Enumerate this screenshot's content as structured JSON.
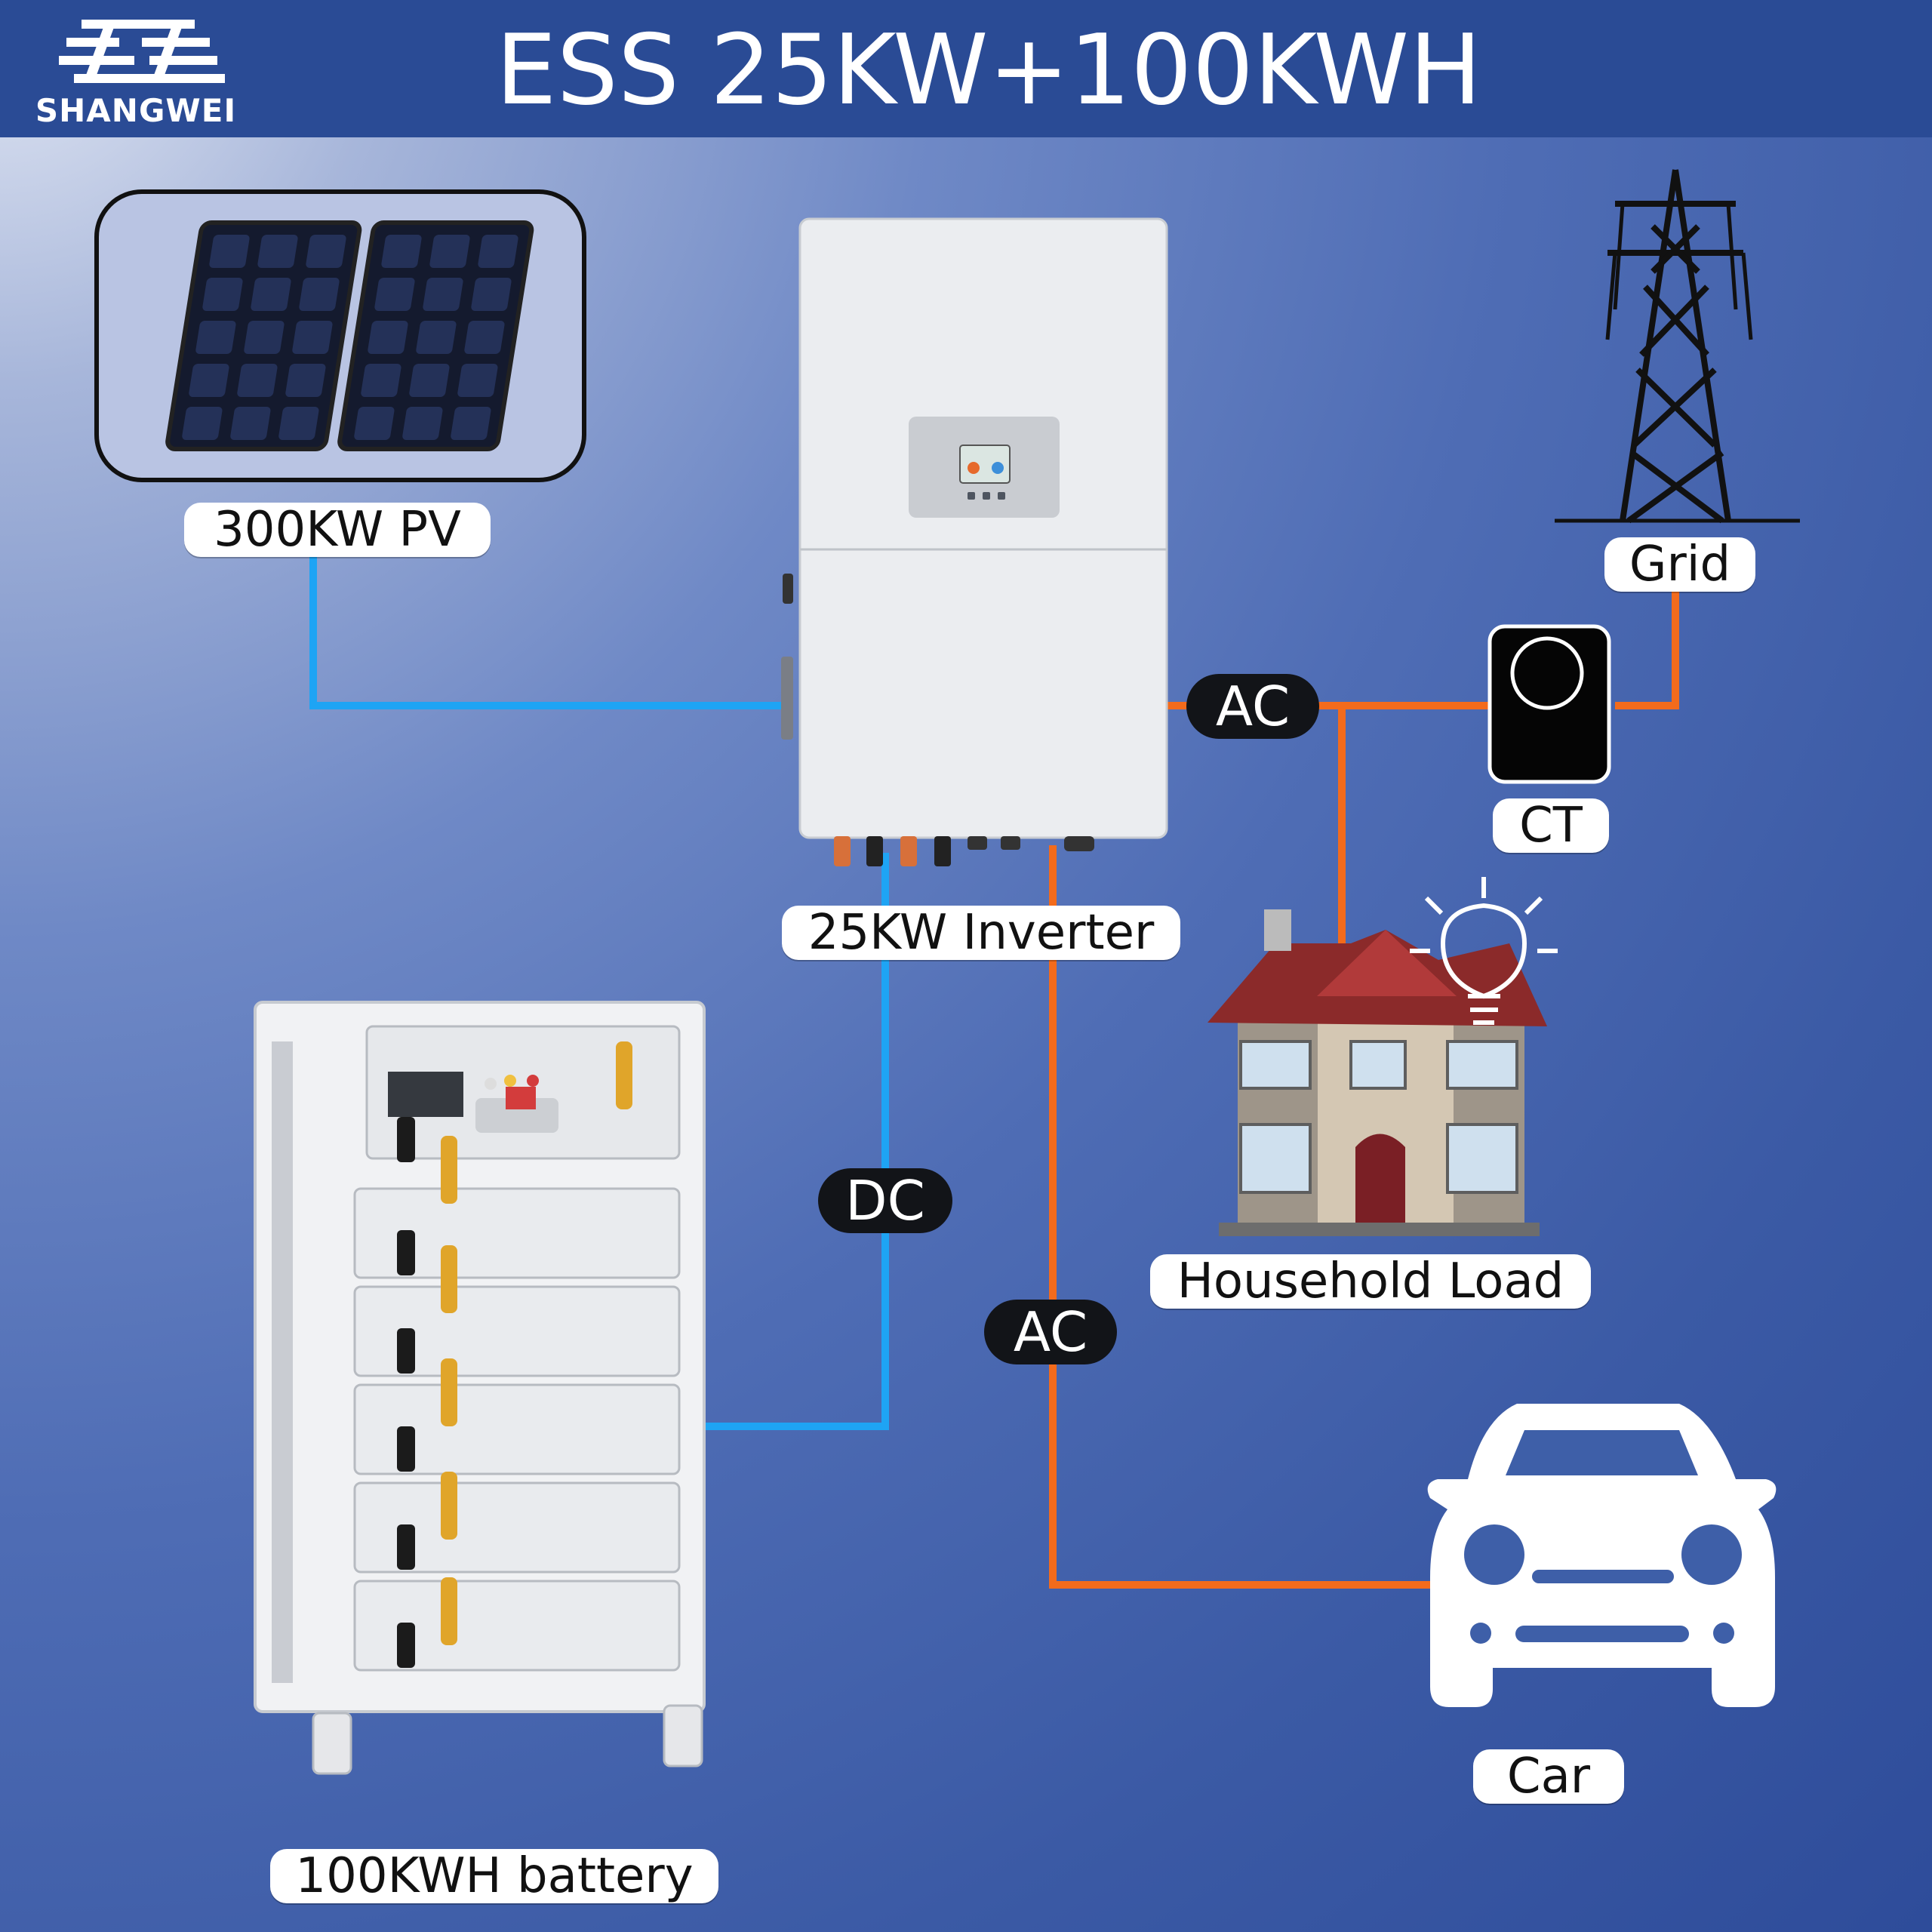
{
  "header": {
    "brand": "SHANGWEI",
    "title": "ESS 25KW+100KWH"
  },
  "nodes": {
    "pv": "300KW PV",
    "inverter": "25KW Inverter",
    "grid": "Grid",
    "ct": "CT",
    "household": "Household Load",
    "battery": "100KWH battery",
    "car": "Car"
  },
  "connections": {
    "ac_top": "AC",
    "dc": "DC",
    "ac_bottom": "AC"
  },
  "colors": {
    "header_bg": "#2a4b95",
    "dc_line": "#1ea4f4",
    "ac_line": "#f36b1c",
    "pill_bg": "#121418"
  }
}
